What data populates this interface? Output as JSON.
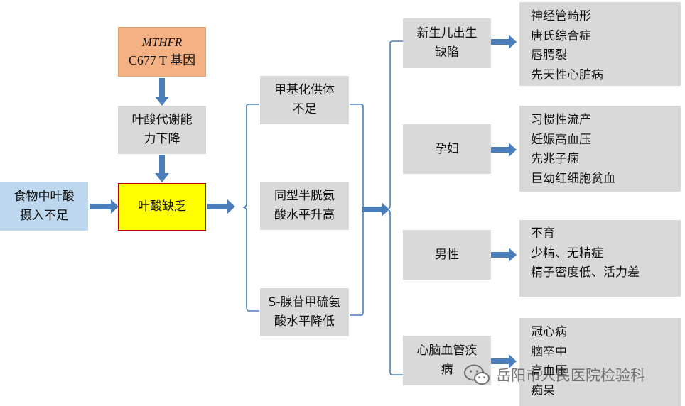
{
  "left": {
    "gene_italic": "MTHFR",
    "gene_line2": "C677 T 基因",
    "metabolism": [
      "叶酸代谢能",
      "力下降"
    ],
    "intake": [
      "食物中叶酸",
      "摄入不足"
    ],
    "deficiency": "叶酸缺乏"
  },
  "middle": [
    {
      "lines": [
        "甲基化供体",
        "不足"
      ]
    },
    {
      "lines": [
        "同型半胱氨",
        "酸水平升高"
      ]
    },
    {
      "lines": [
        "S-腺苷甲硫氨",
        "酸水平降低"
      ]
    }
  ],
  "categories": [
    {
      "lines": [
        "新生儿出生",
        "缺陷"
      ],
      "items": [
        "神经管畸形",
        "唐氏综合症",
        "唇腭裂",
        "先天性心脏病"
      ]
    },
    {
      "lines": [
        "孕妇"
      ],
      "items": [
        "习惯性流产",
        "妊娠高血压",
        "先兆子痫",
        "巨幼红细胞贫血"
      ]
    },
    {
      "lines": [
        "男性"
      ],
      "items": [
        "不育",
        "少精、无精症",
        "精子密度低、活力差"
      ]
    },
    {
      "lines": [
        "心脑血管疾",
        "病"
      ],
      "items": [
        "冠心病",
        "脑卒中",
        "高血压",
        "痴呆"
      ]
    }
  ],
  "watermark": "岳阳市人民医院检验科",
  "colors": {
    "gene_box": "#f4b183",
    "intake_box": "#bdd7ee",
    "deficiency_box": "#ffff00",
    "deficiency_border": "#c00000",
    "neutral_box": "#d9d9d9",
    "arrow": "#4a7ebb"
  }
}
